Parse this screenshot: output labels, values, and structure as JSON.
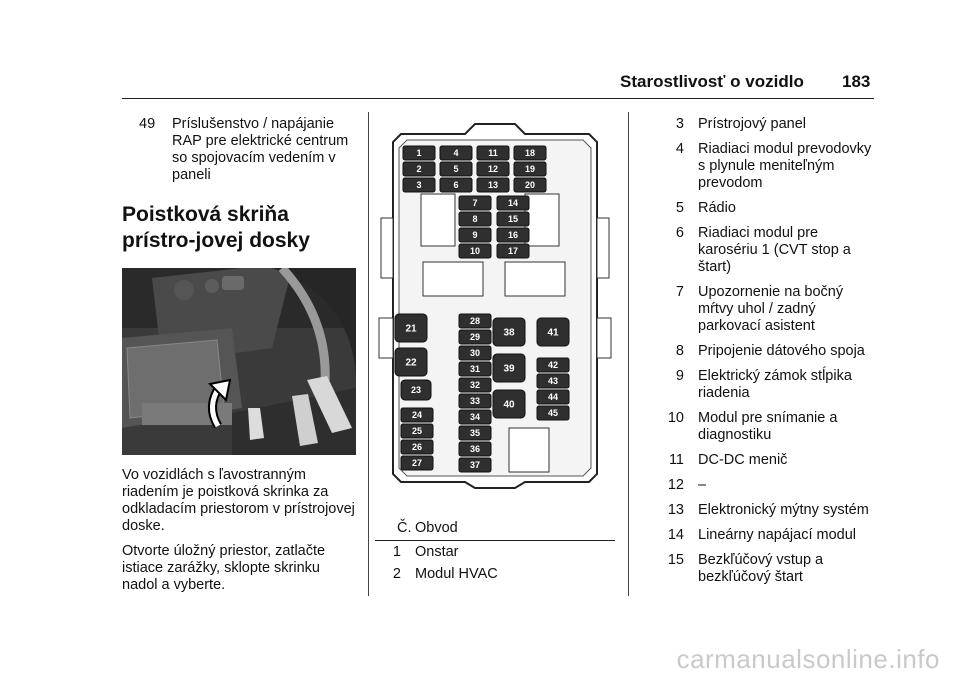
{
  "header": {
    "title": "Starostlivosť o vozidlo",
    "page": "183"
  },
  "col1": {
    "item49": {
      "num": "49",
      "text": "Príslušenstvo / napájanie RAP pre elektrické centrum so spojovacím vedením v paneli"
    },
    "section_title": "Poistková skriňa prístro-jovej dosky",
    "photo_icon": "arrow-icon",
    "para1": "Vo vozidlách s ľavostranným riadením je poistková skrinka za odkladacím priestorom v prístrojovej doske.",
    "para2": "Otvorte úložný priestor, zatlačte istiace zarážky, sklopte skrinku nadol a vyberte."
  },
  "fusebox": {
    "labels": [
      "1",
      "2",
      "3",
      "4",
      "5",
      "6",
      "11",
      "12",
      "13",
      "18",
      "19",
      "20",
      "7",
      "8",
      "9",
      "10",
      "14",
      "15",
      "16",
      "17",
      "21",
      "22",
      "23",
      "24",
      "25",
      "26",
      "27",
      "28",
      "29",
      "30",
      "31",
      "32",
      "33",
      "34",
      "35",
      "36",
      "37",
      "38",
      "39",
      "40",
      "41",
      "42",
      "43",
      "44",
      "45"
    ]
  },
  "table": {
    "header_num": "Č.",
    "header_name": "Obvod",
    "rows": [
      {
        "num": "1",
        "name": "Onstar"
      },
      {
        "num": "2",
        "name": "Modul HVAC"
      }
    ]
  },
  "col3": {
    "items": [
      {
        "num": "3",
        "text": "Prístrojový panel"
      },
      {
        "num": "4",
        "text": "Riadiaci modul prevodovky s plynule meniteľným prevodom"
      },
      {
        "num": "5",
        "text": "Rádio"
      },
      {
        "num": "6",
        "text": "Riadiaci modul pre karosériu 1 (CVT stop a štart)"
      },
      {
        "num": "7",
        "text": "Upozornenie na bočný mŕtvy uhol / zadný parkovací asistent"
      },
      {
        "num": "8",
        "text": "Pripojenie dátového spoja"
      },
      {
        "num": "9",
        "text": "Elektrický zámok stĺpika riadenia"
      },
      {
        "num": "10",
        "text": "Modul pre snímanie a diagnostiku"
      },
      {
        "num": "11",
        "text": "DC-DC menič"
      },
      {
        "num": "12",
        "text": "–"
      },
      {
        "num": "13",
        "text": "Elektronický mýtny systém"
      },
      {
        "num": "14",
        "text": "Lineárny napájací modul"
      },
      {
        "num": "15",
        "text": "Bezkľúčový vstup a bezkľúčový štart"
      }
    ]
  },
  "watermark": "carmanualsonline.info"
}
